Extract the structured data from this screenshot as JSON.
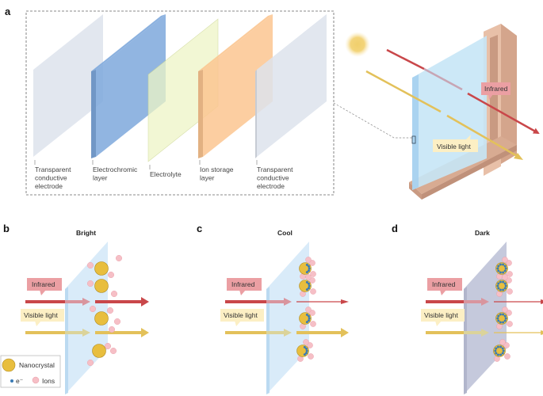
{
  "panel_a": {
    "letter": "a",
    "layers": [
      {
        "lines": [
          "Transparent",
          "conductive",
          "electrode"
        ],
        "color": "#dde3ec"
      },
      {
        "lines": [
          "Electrochromic",
          "layer"
        ],
        "color": "#7ea8dc"
      },
      {
        "lines": [
          "Electrolyte"
        ],
        "color": "#eef5c6"
      },
      {
        "lines": [
          "Ion storage",
          "layer"
        ],
        "color": "#fbc590"
      },
      {
        "lines": [
          "Transparent",
          "conductive",
          "electrode"
        ],
        "color": "#dde3ec"
      }
    ],
    "window": {
      "infrared_label": "Infrared",
      "visible_label": "Visible light"
    }
  },
  "panels": [
    {
      "letter": "b",
      "title": "Bright",
      "infrared_label": "Infrared",
      "visible_label": "Visible light",
      "infrared_out": "strong",
      "visible_out": "strong",
      "electrons_per_crystal": 0
    },
    {
      "letter": "c",
      "title": "Cool",
      "infrared_label": "Infrared",
      "visible_label": "Visible light",
      "infrared_out": "weak",
      "visible_out": "strong",
      "electrons_per_crystal": 5
    },
    {
      "letter": "d",
      "title": "Dark",
      "infrared_label": "Infrared",
      "visible_label": "Visible light",
      "infrared_out": "weak",
      "visible_out": "weak",
      "electrons_per_crystal": 10
    }
  ],
  "legend": {
    "nanocrystal": "Nanocrystal",
    "electron": "e⁻",
    "ions": "Ions"
  },
  "colors": {
    "infrared": "#c9474a",
    "infrared_label_bg": "#eb9fa3",
    "visible": "#e3c15a",
    "visible_label_bg": "#fcefc4",
    "nanocrystal": "#e8be3e",
    "ion": "#f6bfc6",
    "electron": "#3a7bb5",
    "glass_bright": "#cfe6f7",
    "glass_dark": "#bfc3d8",
    "frame": "#e2b59c"
  }
}
